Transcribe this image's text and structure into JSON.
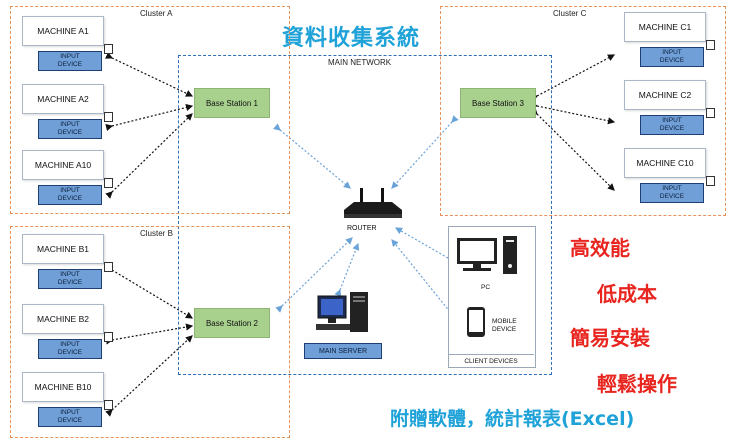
{
  "title": "資料收集系統",
  "network_label": "MAIN NETWORK",
  "clusters": {
    "a": {
      "title": "Cluster A",
      "machines": [
        "MACHINE A1",
        "MACHINE A2",
        "MACHINE A10"
      ]
    },
    "b": {
      "title": "Cluster B",
      "machines": [
        "MACHINE B1",
        "MACHINE B2",
        "MACHINE B10"
      ]
    },
    "c": {
      "title": "Cluster C",
      "machines": [
        "MACHINE C1",
        "MACHINE C2",
        "MACHINE C10"
      ]
    }
  },
  "input_device": {
    "line1": "INPUT",
    "line2": "DEVICE"
  },
  "stations": [
    "Base Station 1",
    "Base Station 2",
    "Base Station 3"
  ],
  "router_label": "ROUTER",
  "main_server_label": "MAIN SERVER",
  "client": {
    "pc_label": "PC",
    "mobile_line1": "MOBILE",
    "mobile_line2": "DEVICE",
    "group_label": "CLIENT DEVICES"
  },
  "features": [
    "高效能",
    "低成本",
    "簡易安裝",
    "輕鬆操作"
  ],
  "bottom_note": "附贈軟體，統計報表(Excel)",
  "colors": {
    "cluster_border": "#e8915a",
    "network_border": "#2f6fb5",
    "station_fill": "#a9d18e",
    "input_fill": "#6f9fd6",
    "title": "#1fa2d8",
    "feature": "#e8251f"
  }
}
